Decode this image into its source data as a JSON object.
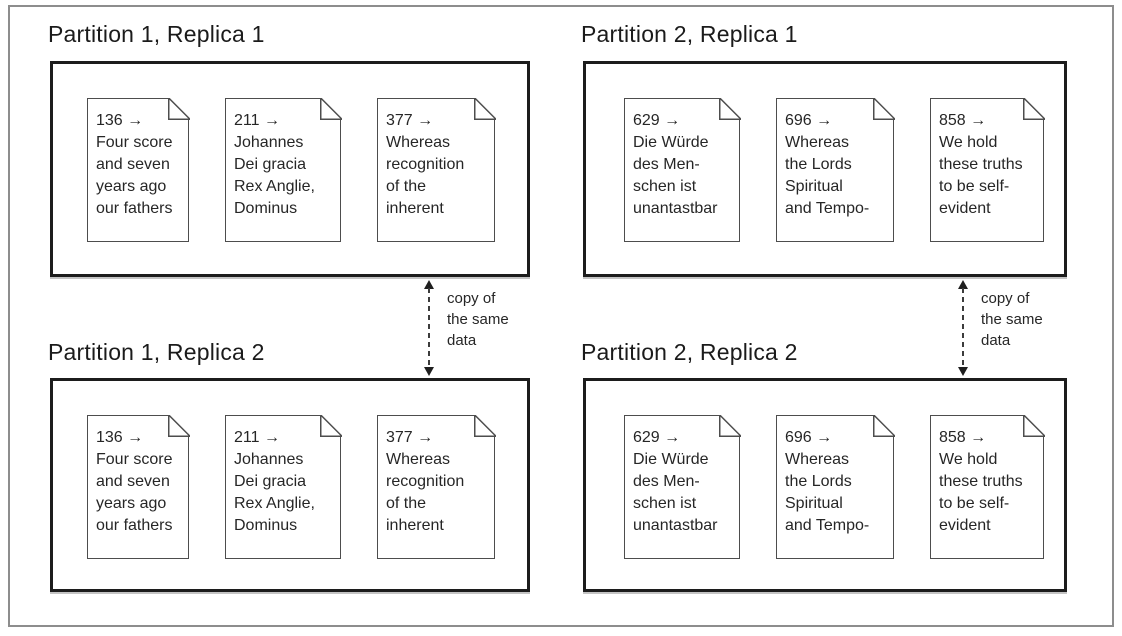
{
  "figure": {
    "panels": [
      {
        "title": "Partition 1, Replica 1",
        "docs": [
          {
            "key_line": "136 →",
            "lines": [
              "Four score",
              "and seven",
              "years ago",
              "our fathers"
            ]
          },
          {
            "key_line": "211 →",
            "lines": [
              "Johannes",
              "Dei gracia",
              "Rex Anglie,",
              "Dominus"
            ]
          },
          {
            "key_line": "377 →",
            "lines": [
              "Whereas",
              "recognition",
              "of the",
              "inherent"
            ]
          }
        ]
      },
      {
        "title": "Partition 2, Replica 1",
        "docs": [
          {
            "key_line": "629 →",
            "lines": [
              "Die Würde",
              "des Men-",
              "schen ist",
              "unantastbar"
            ]
          },
          {
            "key_line": "696 →",
            "lines": [
              "Whereas",
              "the Lords",
              "Spiritual",
              "and Tempo-"
            ]
          },
          {
            "key_line": "858 →",
            "lines": [
              "We hold",
              "these truths",
              "to be self-",
              "evident"
            ]
          }
        ]
      },
      {
        "title": "Partition 1, Replica 2",
        "docs": [
          {
            "key_line": "136 →",
            "lines": [
              "Four score",
              "and seven",
              "years ago",
              "our fathers"
            ]
          },
          {
            "key_line": "211 →",
            "lines": [
              "Johannes",
              "Dei gracia",
              "Rex Anglie,",
              "Dominus"
            ]
          },
          {
            "key_line": "377 →",
            "lines": [
              "Whereas",
              "recognition",
              "of the",
              "inherent"
            ]
          }
        ]
      },
      {
        "title": "Partition 2, Replica 2",
        "docs": [
          {
            "key_line": "629 →",
            "lines": [
              "Die Würde",
              "des Men-",
              "schen ist",
              "unantastbar"
            ]
          },
          {
            "key_line": "696 →",
            "lines": [
              "Whereas",
              "the Lords",
              "Spiritual",
              "and Tempo-"
            ]
          },
          {
            "key_line": "858 →",
            "lines": [
              "We hold",
              "these truths",
              "to be self-",
              "evident"
            ]
          }
        ]
      }
    ],
    "replication_arrows": [
      {
        "label_lines": [
          "copy of",
          "the same",
          "data"
        ]
      },
      {
        "label_lines": [
          "copy of",
          "the same",
          "data"
        ]
      }
    ],
    "colors": {
      "panel_border": "#1c1c1c",
      "doc_border": "#4d4d4d",
      "text": "#262626",
      "frame_border": "#8d8d8d",
      "background": "#ffffff"
    }
  }
}
